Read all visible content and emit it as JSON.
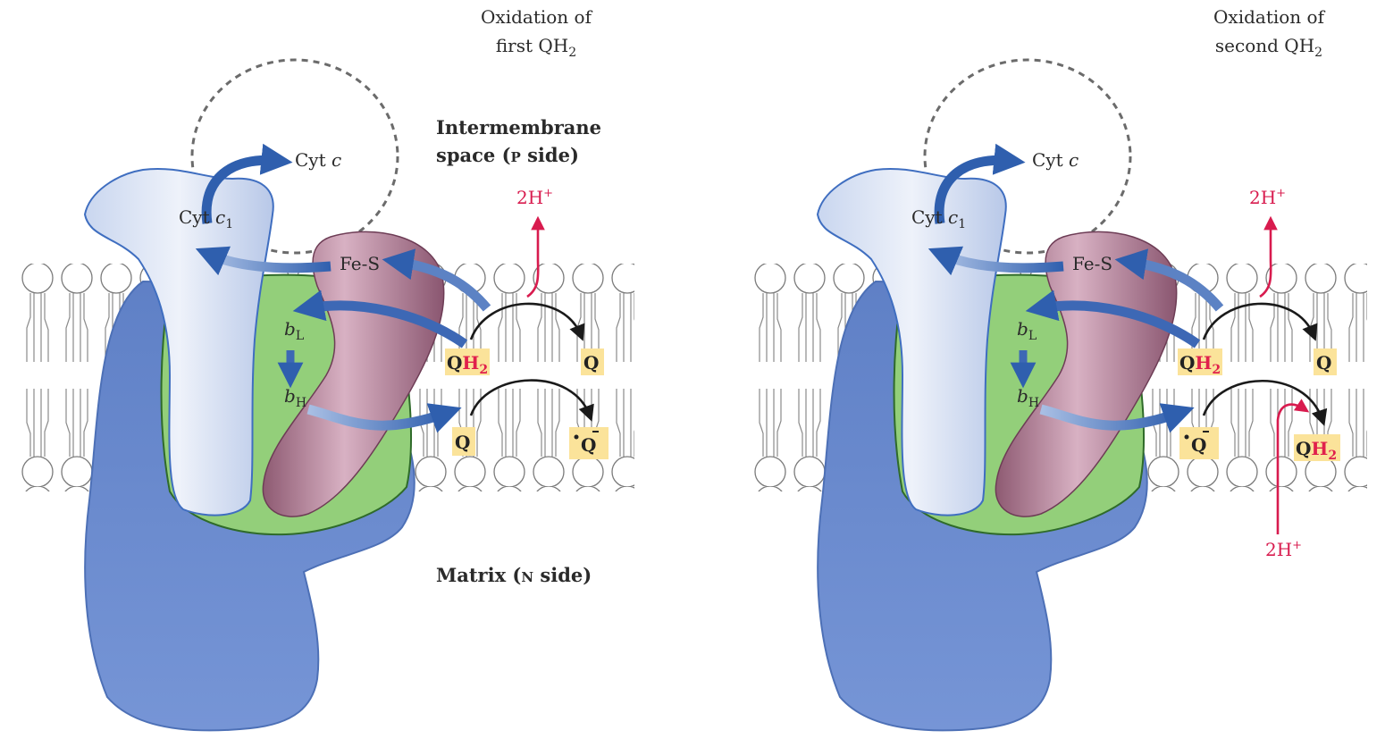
{
  "panels": [
    {
      "title_line1": "Oxidation of",
      "title_line2_main": "first QH",
      "title_line2_sub": "2",
      "cyt_c": "Cyt",
      "cyt_c_italic": "c",
      "cyt_c1": "Cyt",
      "cyt_c1_italic": "c",
      "cyt_c1_sub": "1",
      "fes": "Fe-S",
      "bl_italic": "b",
      "bl_sub": "L",
      "bh_italic": "b",
      "bh_sub": "H",
      "proton_out": "2H",
      "proton_out_sup": "+",
      "q_in_main": "Q",
      "q_in_sub": "H",
      "q_in_sub2": "2",
      "q_out": "Q",
      "q_lower_in": "Q",
      "q_lower_out": "Q"
    },
    {
      "title_line1": "Oxidation of",
      "title_line2_main": "second QH",
      "title_line2_sub": "2",
      "cyt_c": "Cyt",
      "cyt_c_italic": "c",
      "cyt_c1": "Cyt",
      "cyt_c1_italic": "c",
      "cyt_c1_sub": "1",
      "fes": "Fe-S",
      "bl_italic": "b",
      "bl_sub": "L",
      "bh_italic": "b",
      "bh_sub": "H",
      "proton_out": "2H",
      "proton_out_sup": "+",
      "proton_in": "2H",
      "proton_in_sup": "+",
      "q_in_main": "Q",
      "q_in_sub": "H",
      "q_in_sub2": "2",
      "q_out": "Q",
      "q_lower_in": "Q",
      "q_lower_out_main": "Q",
      "q_lower_out_sub": "H",
      "q_lower_out_sub2": "2"
    }
  ],
  "labels": {
    "intermembrane_line1": "Intermembrane",
    "intermembrane_line2": "space (",
    "intermembrane_p": "P",
    "intermembrane_end": " side)",
    "matrix": "Matrix (",
    "matrix_n": "N",
    "matrix_end": " side)"
  },
  "colors": {
    "protein_blue": "#6f8fd0",
    "cyt_c1_light": "#dbe3f4",
    "green_subunit": "#93cf7a",
    "fes_purple": "#b9879c",
    "arrow_blue": "#3463b0",
    "proton_red": "#d81b4e",
    "q_highlight": "#fbe39a",
    "lipid_line": "#777777"
  }
}
